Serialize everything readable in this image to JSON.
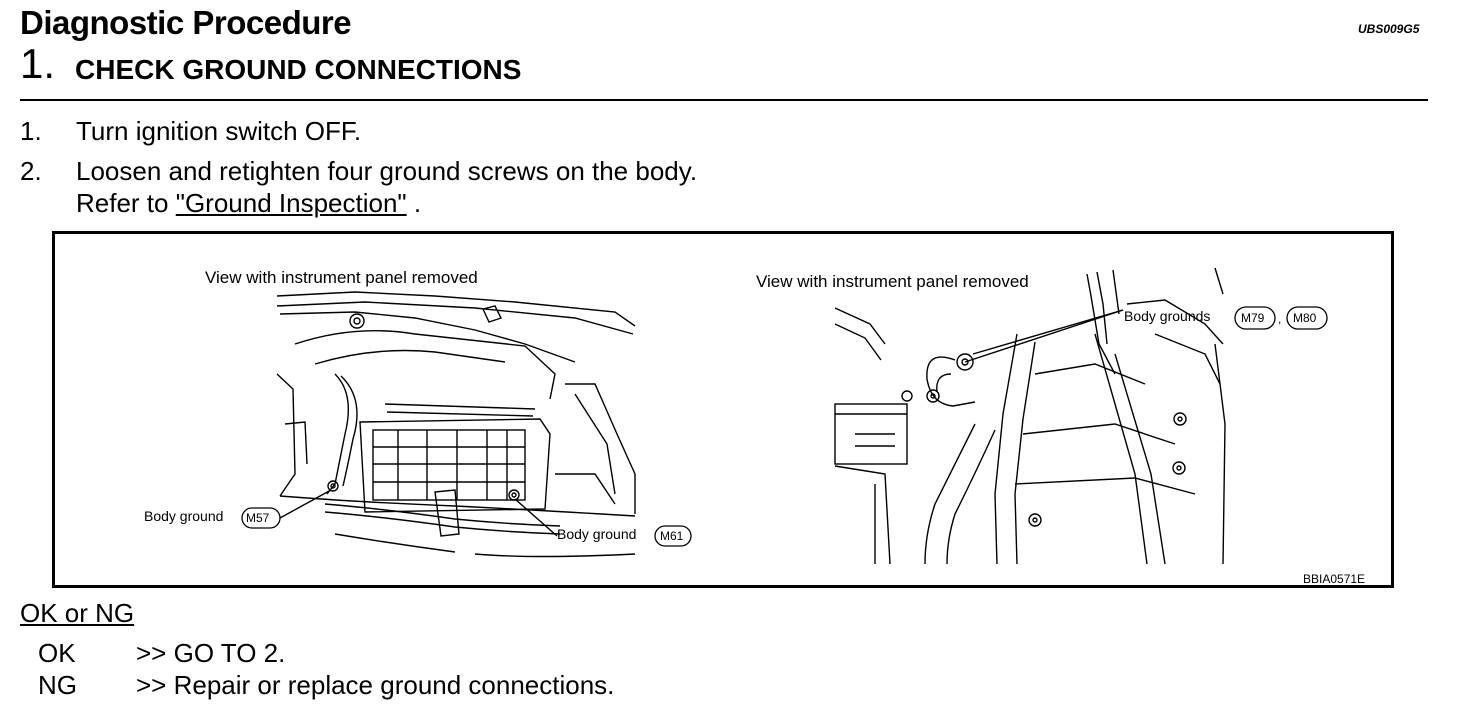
{
  "header": {
    "title": "Diagnostic Procedure",
    "doc_id": "UBS009G5",
    "step_number": "1.",
    "step_title": "CHECK GROUND CONNECTIONS"
  },
  "instructions": [
    {
      "num": "1.",
      "text": "Turn ignition switch OFF."
    },
    {
      "num": "2.",
      "text": "Loosen and retighten four ground screws on the body.",
      "refer_prefix": "Refer to ",
      "link_text": "\"Ground Inspection\"",
      "refer_suffix": " ."
    }
  ],
  "figure": {
    "left_caption": "View with instrument panel removed",
    "right_caption": "View with instrument panel removed",
    "callout_m57": "Body ground",
    "code_m57": "M57",
    "callout_m61": "Body ground",
    "code_m61": "M61",
    "callout_right": "Body grounds",
    "code_m79": "M79",
    "code_comma": ",",
    "code_m80": "M80",
    "figure_id": "BBIA0571E"
  },
  "results": {
    "heading": "OK or NG",
    "rows": [
      {
        "key": "OK",
        "text": ">> GO TO 2."
      },
      {
        "key": "NG",
        "text": ">> Repair or replace ground connections."
      }
    ]
  }
}
